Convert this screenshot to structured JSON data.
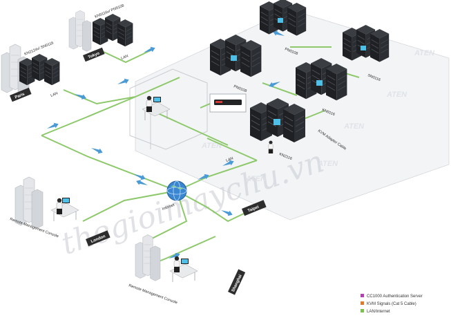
{
  "sites": {
    "paris": "Paris",
    "tokyo": "Tokyo",
    "london": "London",
    "shanghai": "Shanghai",
    "taipei": "Taipei",
    "internet": "Internet"
  },
  "labels": {
    "paris_kvm": "KN2124v/ SN0116",
    "tokyo_kvm": "KN9116v/ PN9108",
    "lan": "LAN",
    "lan2": "LAN",
    "lan_taipei": "LAN",
    "pn0108_a": "PN0108",
    "pn0108_b": "PN0108",
    "sn0116": "SN0116",
    "kn9116": "KN9116",
    "kn2116": "KN2116",
    "kvm_adapter": "KVM Adapter Cable",
    "remote_london": "Remote Management Console",
    "remote_shanghai": "Remote Management Console"
  },
  "brand": {
    "aten": "ATEN"
  },
  "watermark": "thegioimaychu.vn",
  "legend": [
    {
      "label": "CC1000 Authentication Server",
      "color": "#b43fb0"
    },
    {
      "label": "KVM Signals (Cat 5 Cable)",
      "color": "#e07a2a"
    },
    {
      "label": "LAN/Internet",
      "color": "#7cc14f"
    }
  ],
  "colors": {
    "lan_line": "#8dc86a",
    "flow_arrow": "#4a9ad6",
    "tag_bg": "#2d2d2d",
    "floor": "#f3f4f6"
  }
}
